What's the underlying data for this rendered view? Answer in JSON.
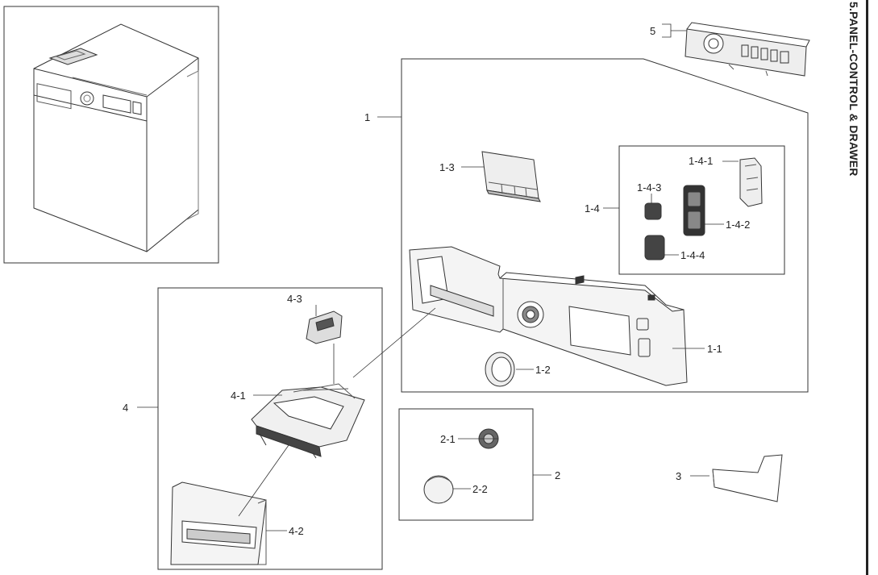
{
  "title": "5.PANEL-CONTROL & DRAWER",
  "labels": {
    "l1": "1",
    "l1_1": "1-1",
    "l1_2": "1-2",
    "l1_3": "1-3",
    "l1_4": "1-4",
    "l1_4_1": "1-4-1",
    "l1_4_2": "1-4-2",
    "l1_4_3": "1-4-3",
    "l1_4_4": "1-4-4",
    "l2": "2",
    "l2_1": "2-1",
    "l2_2": "2-2",
    "l3": "3",
    "l4": "4",
    "l4_1": "4-1",
    "l4_2": "4-2",
    "l4_3": "4-3",
    "l5": "5"
  }
}
